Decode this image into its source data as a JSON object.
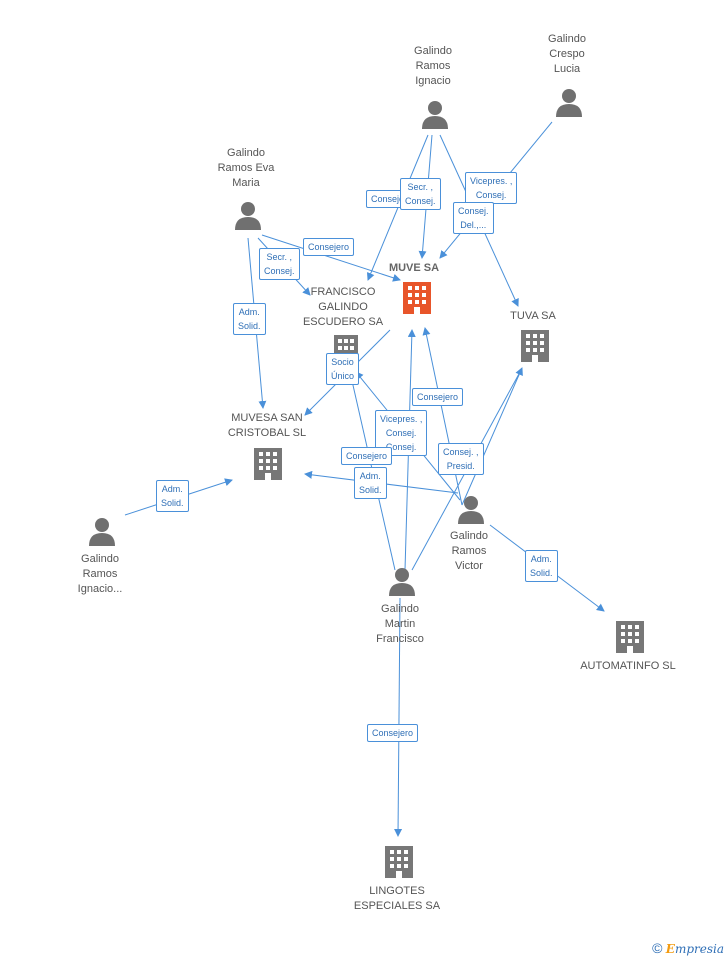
{
  "nodes": {
    "muve": "MUVE SA",
    "francisco_galindo": "FRANCISCO\nGALINDO\nESCUDERO SA",
    "tuva": "TUVA SA",
    "muvesa": "MUVESA SAN\nCRISTOBAL SL",
    "automatinfo": "AUTOMATINFO SL",
    "lingotes": "LINGOTES\nESPECIALES SA",
    "galindo_ramos_ignacio": "Galindo\nRamos\nIgnacio",
    "galindo_crespo": "Galindo\nCrespo\nLucia",
    "galindo_eva": "Galindo\nRamos Eva\nMaria",
    "galindo_ignacio2": "Galindo\nRamos\nIgnacio...",
    "galindo_victor": "Galindo\nRamos\nVictor",
    "galindo_martin": "Galindo\nMartin\nFrancisco"
  },
  "edge_labels": {
    "consejero_1": "Consejero",
    "secr_1": "Secr. ,\nConsej.",
    "vicepres_1": "Vicepres. ,\nConsej.",
    "consej_del": "Consej.\nDel.,...",
    "consejero_2": "Consejero",
    "secr_2": "Secr. ,\nConsej.",
    "adm_1": "Adm.\nSolid.",
    "socio": "Socio\nÚnico",
    "consejero_3": "Consejero",
    "vicepres_2": "Vicepres. ,\nConsej.\nConsej.",
    "consejero_4": "Consejero",
    "consej_presid": "Consej. ,\nPresid.",
    "adm_2": "Adm.\nSolid.",
    "adm_3": "Adm.\nSolid.",
    "adm_4": "Adm.\nSolid.",
    "consejero_5": "Consejero"
  },
  "footer": {
    "copyright": "©",
    "brand_first": "E",
    "brand_rest": "mpresia"
  },
  "colors": {
    "edge": "#4a90d9",
    "company": "#777777",
    "main_company": "#e8552a",
    "person": "#707070"
  }
}
